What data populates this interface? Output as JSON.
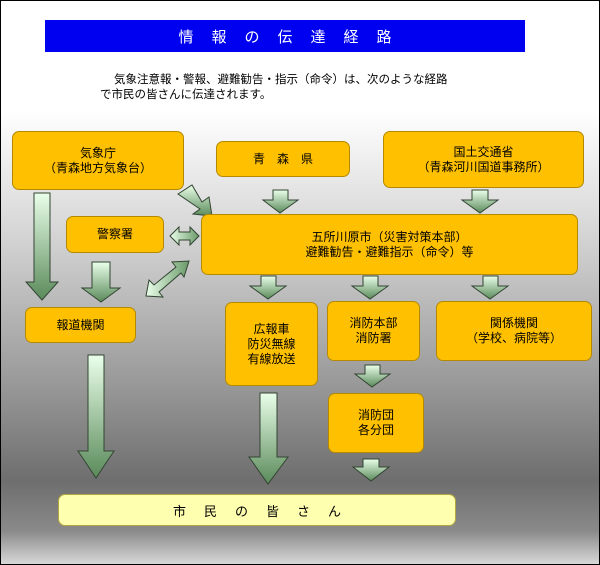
{
  "title": "情報の伝達経路",
  "intro": {
    "line1": "気象注意報・警報、避難勧告・指示（命令）は、次のような経路",
    "line2": "で市民の皆さんに伝達されます。"
  },
  "nodes": {
    "kishocho": {
      "line1": "気象庁",
      "line2": "（青森地方気象台）"
    },
    "aomori_ken": {
      "label": "青　森　県"
    },
    "kokudo": {
      "line1": "国土交通省",
      "line2": "（青森河川国道事務所）"
    },
    "keisatsu": {
      "label": "警察署"
    },
    "hq": {
      "line1": "五所川原市（災害対策本部）",
      "line2": "避難勧告・避難指示（命令）等"
    },
    "hodo": {
      "label": "報道機関"
    },
    "koho": {
      "line1": "広報車",
      "line2": "防災無線",
      "line3": "有線放送"
    },
    "shobo_honbu": {
      "line1": "消防本部",
      "line2": "消防署"
    },
    "kankei": {
      "line1": "関係機関",
      "line2": "（学校、病院等）"
    },
    "shobodan": {
      "line1": "消防団",
      "line2": "各分団"
    },
    "citizens": {
      "label": "市民の皆さん"
    }
  },
  "colors": {
    "title_bg": "#0000f0",
    "box_fill": "#ffc000",
    "citizens_fill": "#ffffb0",
    "arrow_fill_top": "#eaffea",
    "arrow_fill_bottom": "#5a8a5a"
  }
}
